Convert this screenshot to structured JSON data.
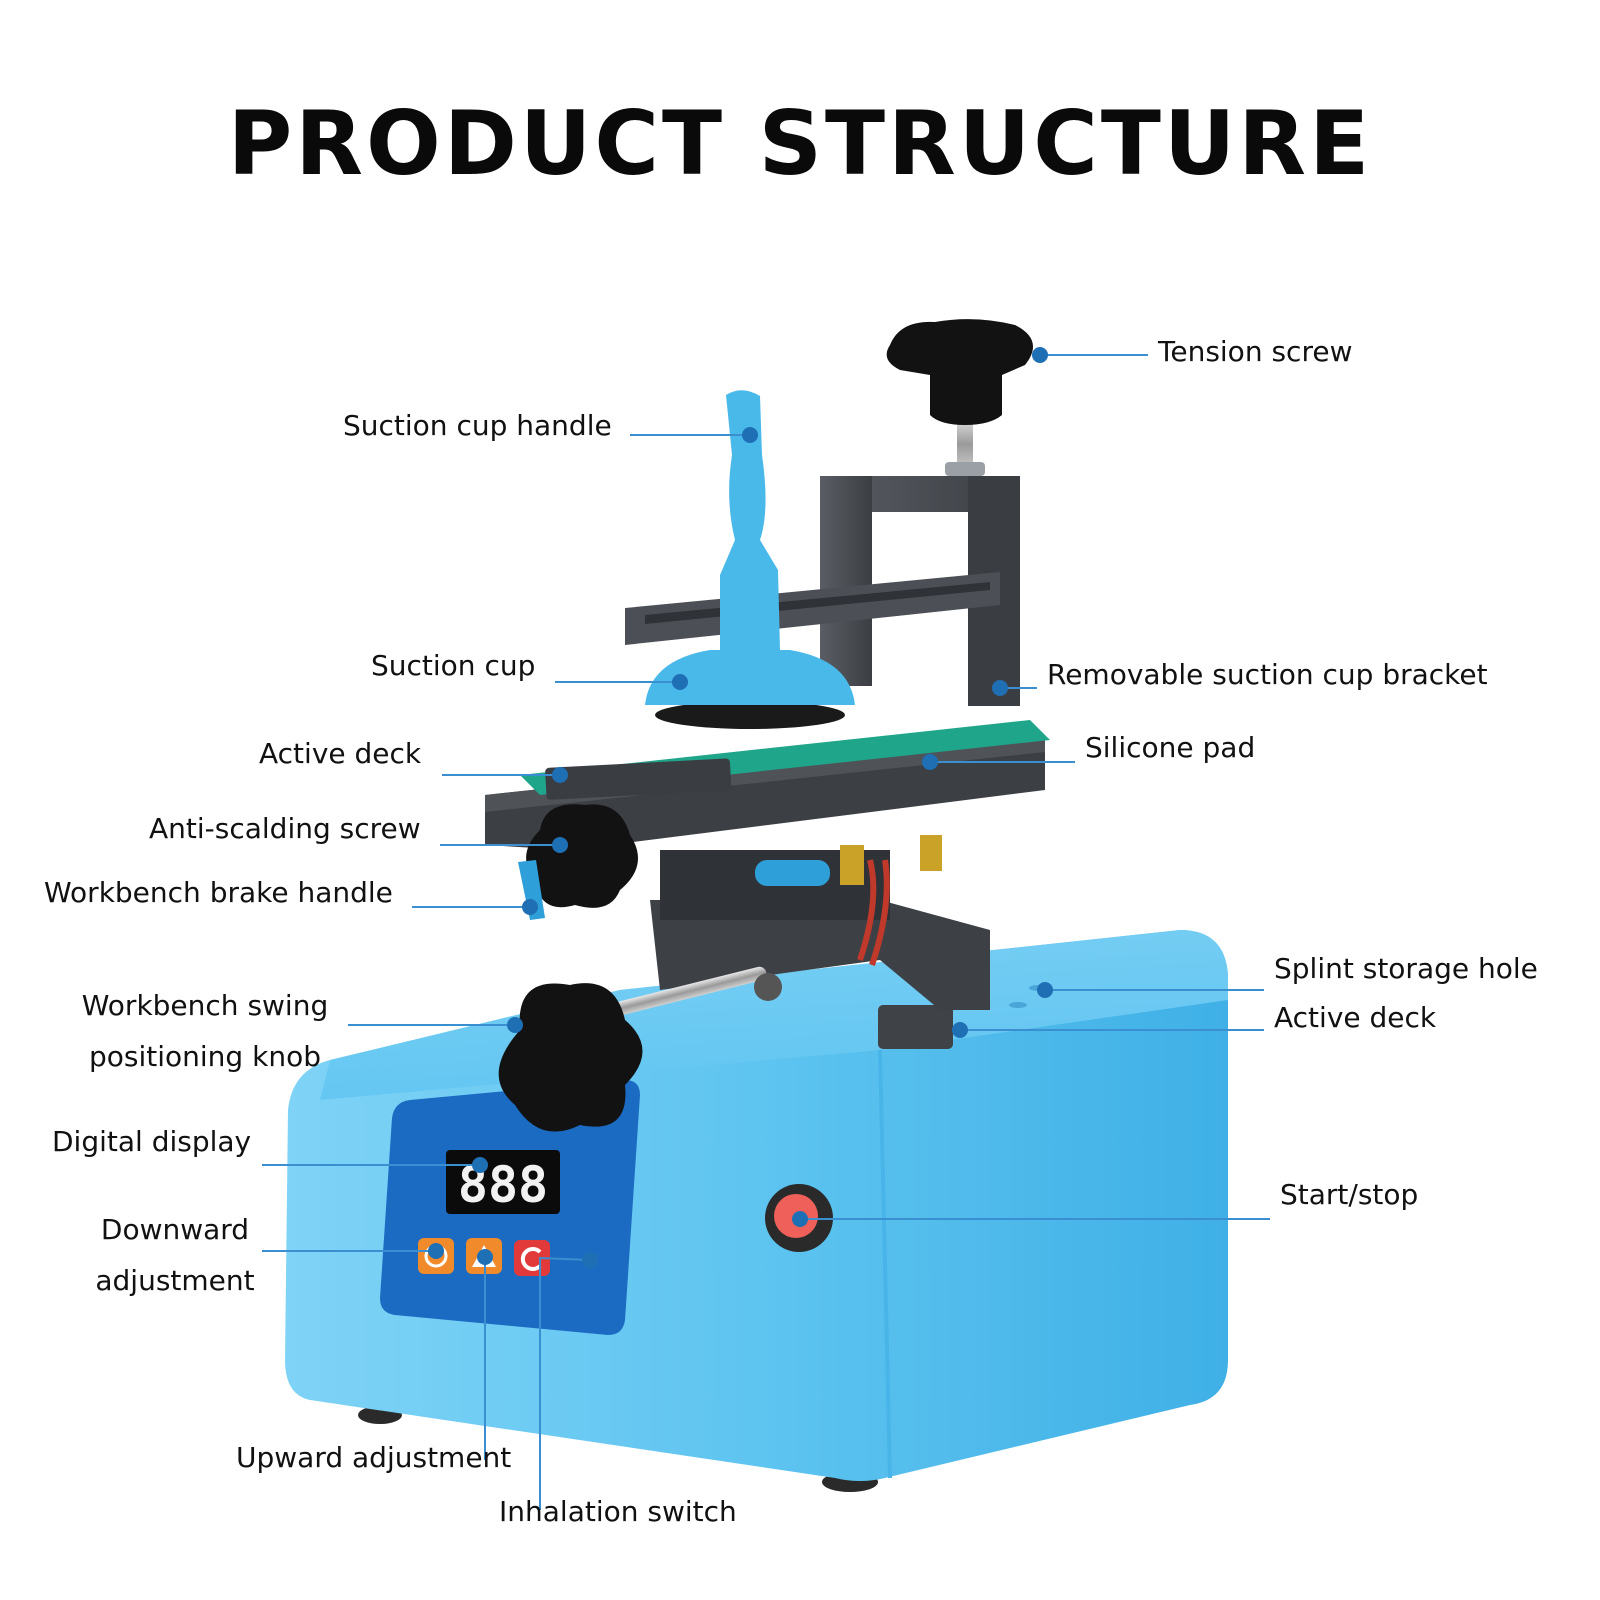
{
  "title": "PRODUCT STRUCTURE",
  "colors": {
    "leader_line": "#3a8fd0",
    "marker_dot": "#1f6fb5",
    "body_blue": "#5cc3f0",
    "panel_blue": "#1c6bc2",
    "dark_metal": "#4a4d52",
    "silicone_green": "#1fa58a",
    "knob_black": "#121212"
  },
  "display": {
    "digits": "888"
  },
  "labels": {
    "tension_screw": "Tension screw",
    "suction_cup_handle": "Suction cup handle",
    "suction_cup": "Suction cup",
    "removable_bracket": "Removable suction cup bracket",
    "active_deck_top": "Active deck",
    "silicone_pad": "Silicone pad",
    "anti_scalding_screw": "Anti-scalding screw",
    "workbench_brake_handle": "Workbench brake handle",
    "splint_storage_hole": "Splint storage hole",
    "active_deck_lower": "Active deck",
    "swing_knob_line1": "Workbench swing",
    "swing_knob_line2": "positioning knob",
    "digital_display": "Digital display",
    "downward_line1": "Downward",
    "downward_line2": "adjustment",
    "start_stop": "Start/stop",
    "upward_adjustment": "Upward adjustment",
    "inhalation_switch": "Inhalation switch"
  }
}
